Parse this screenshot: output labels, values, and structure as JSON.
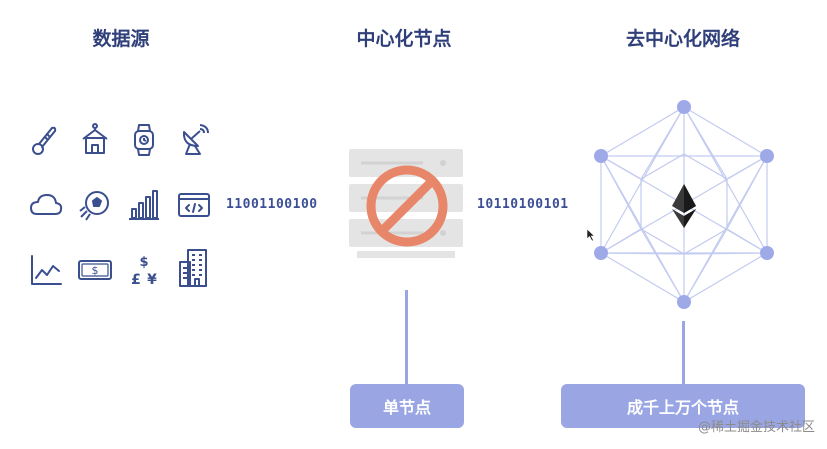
{
  "headings": {
    "data_sources": "数据源",
    "centralized_node": "中心化节点",
    "decentralized_network": "去中心化网络"
  },
  "bitstreams": {
    "left": "11001100100",
    "right": "10110100101"
  },
  "boxes": {
    "single_node": "单节点",
    "many_nodes": "成千上万个节点"
  },
  "icons": [
    "thermometer-icon",
    "schoolhouse-icon",
    "smartwatch-icon",
    "satellite-dish-icon",
    "cloud-icon",
    "soccer-ball-icon",
    "bar-chart-icon",
    "code-window-icon",
    "line-chart-icon",
    "banknote-icon",
    "currency-symbols-icon",
    "building-icon"
  ],
  "currency_glyphs": "$ £ ¥",
  "watermark": "@稀土掘金技术社区",
  "colors": {
    "heading": "#2f3f7a",
    "icon_stroke": "#3b4f8f",
    "accent": "#9aa6e4",
    "server_gray": "#e4e4e4",
    "prohibit_red": "#e8866a",
    "network_node": "#9ea9e8",
    "network_line": "#c3cbf0"
  }
}
